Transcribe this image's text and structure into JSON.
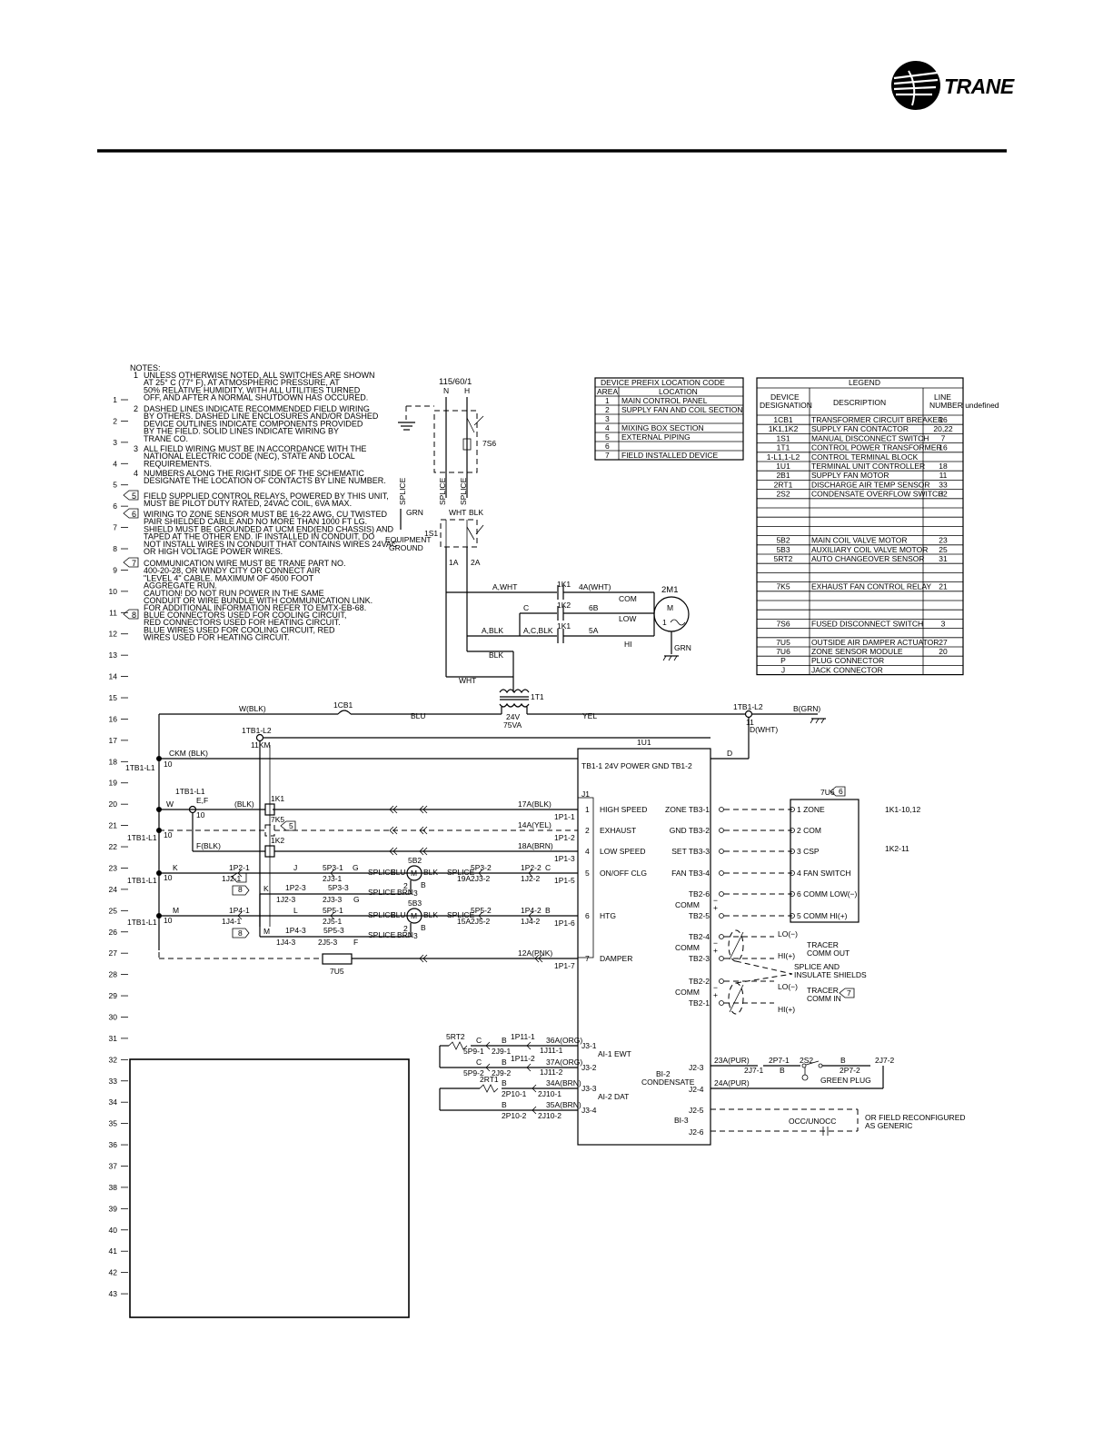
{
  "brand": {
    "name": "TRANE",
    "color": "#000000"
  },
  "notes": {
    "heading": "NOTES:",
    "items": [
      {
        "num": "1",
        "lines": [
          "UNLESS OTHERWISE NOTED, ALL SWITCHES ARE SHOWN",
          "AT 25° C (77° F), AT ATMOSPHERIC PRESSURE, AT",
          "50% RELATIVE HUMIDITY, WITH ALL UTILITIES TURNED",
          "OFF, AND AFTER A NORMAL SHUTDOWN HAS OCCURED."
        ]
      },
      {
        "num": "2",
        "lines": [
          "DASHED LINES INDICATE RECOMMENDED FIELD WIRING",
          "BY OTHERS. DASHED LINE ENCLOSURES AND/OR DASHED",
          "DEVICE OUTLINES INDICATE COMPONENTS PROVIDED",
          "BY THE FIELD. SOLID LINES INDICATE WIRING BY",
          "TRANE CO."
        ]
      },
      {
        "num": "3",
        "lines": [
          "ALL FIELD WIRING MUST BE IN ACCORDANCE WITH THE",
          "NATIONAL ELECTRIC CODE (NEC), STATE AND LOCAL",
          "REQUIREMENTS."
        ]
      },
      {
        "num": "4",
        "lines": [
          "NUMBERS ALONG THE RIGHT SIDE OF THE SCHEMATIC",
          "DESIGNATE THE LOCATION OF CONTACTS BY LINE NUMBER."
        ]
      },
      {
        "num": "5",
        "lines": [
          "FIELD SUPPLIED CONTROL RELAYS, POWERED BY THIS UNIT,",
          "MUST BE PILOT DUTY RATED, 24VAC COIL, 6VA MAX."
        ]
      },
      {
        "num": "6",
        "lines": [
          "WIRING TO ZONE SENSOR MUST BE 16-22 AWG, CU TWISTED",
          "PAIR SHIELDED CABLE AND NO MORE THAN 1000 FT LG.",
          "SHIELD MUST BE GROUNDED AT UCM END(END CHASSIS) AND",
          "TAPED AT THE OTHER END.  IF INSTALLED IN CONDUIT, DO",
          "NOT INSTALL WIRES IN CONDUIT THAT CONTAINS WIRES 24VAC",
          "OR HIGH VOLTAGE POWER WIRES."
        ]
      },
      {
        "num": "7",
        "lines": [
          "COMMUNICATION WIRE MUST BE TRANE PART NO.",
          "400-20-28, OR WINDY CITY OR CONNECT AIR",
          "\"LEVEL 4\" CABLE.  MAXIMUM OF 4500 FOOT",
          "AGGREGATE RUN.",
          "CAUTION!  DO NOT RUN POWER IN THE SAME",
          "CONDUIT OR WIRE BUNDLE WITH COMMUNICATION LINK.",
          "FOR ADDITIONAL INFORMATION REFER TO EMTX-EB-68."
        ]
      },
      {
        "num": "8",
        "lines": [
          "BLUE CONNECTORS USED FOR COOLING CIRCUIT,",
          "RED CONNECTORS USED FOR HEATING CIRCUIT.",
          "BLUE WIRES USED FOR COOLING CIRCUIT, RED",
          "WIRES USED FOR HEATING CIRCUIT."
        ]
      }
    ]
  },
  "line_numbers": [
    "1",
    "2",
    "3",
    "4",
    "5",
    "6",
    "7",
    "8",
    "9",
    "10",
    "11",
    "12",
    "13",
    "14",
    "15",
    "16",
    "17",
    "18",
    "19",
    "20",
    "21",
    "22",
    "23",
    "24",
    "25",
    "26",
    "27",
    "28",
    "29",
    "30",
    "31",
    "32",
    "33",
    "34",
    "35",
    "36",
    "37",
    "38",
    "39",
    "40",
    "41",
    "42",
    "43"
  ],
  "prefix_table": {
    "title": "DEVICE  PREFIX  LOCATION  CODE",
    "headers": [
      "AREA",
      "LOCATION"
    ],
    "rows": [
      [
        "1",
        "MAIN  CONTROL  PANEL"
      ],
      [
        "2",
        "SUPPLY  FAN  AND  COIL  SECTION"
      ],
      [
        "3",
        ""
      ],
      [
        "4",
        "MIXING  BOX  SECTION"
      ],
      [
        "5",
        "EXTERNAL  PIPING"
      ],
      [
        "6",
        ""
      ],
      [
        "7",
        "FIELD  INSTALLED  DEVICE"
      ]
    ]
  },
  "legend": {
    "title": "LEGEND",
    "headers": [
      "DEVICE DESIGNATION",
      "DESCRIPTION",
      "LINE NUMBER"
    ],
    "rows": [
      [
        "1CB1",
        "TRANSFORMER  CIRCUIT  BREAKER",
        "16"
      ],
      [
        "1K1,1K2",
        "SUPPLY  FAN  CONTACTOR",
        "20,22"
      ],
      [
        "1S1",
        "MANUAL  DISCONNECT  SWITCH",
        "7"
      ],
      [
        "1T1",
        "CONTROL  POWER  TRANSFORMER",
        "16"
      ],
      [
        "1-L1,1-L2",
        "CONTROL  TERMINAL  BLOCK",
        ""
      ],
      [
        "1U1",
        "TERMINAL  UNIT  CONTROLLER",
        "18"
      ],
      [
        "2B1",
        "SUPPLY  FAN  MOTOR",
        "11"
      ],
      [
        "2RT1",
        "DISCHARGE  AIR  TEMP  SENSOR",
        "33"
      ],
      [
        "2S2",
        "CONDENSATE  OVERFLOW  SWITCH",
        "32"
      ],
      [
        "",
        "",
        ""
      ],
      [
        "",
        "",
        ""
      ],
      [
        "",
        "",
        ""
      ],
      [
        "",
        "",
        ""
      ],
      [
        "5B2",
        "MAIN  COIL  VALVE  MOTOR",
        "23"
      ],
      [
        "5B3",
        "AUXILIARY  COIL  VALVE  MOTOR",
        "25"
      ],
      [
        "5RT2",
        "AUTO  CHANGEOVER  SENSOR",
        "31"
      ],
      [
        "",
        "",
        ""
      ],
      [
        "",
        "",
        ""
      ],
      [
        "7K5",
        "EXHAUST  FAN  CONTROL  RELAY",
        "21"
      ],
      [
        "",
        "",
        ""
      ],
      [
        "",
        "",
        ""
      ],
      [
        "",
        "",
        ""
      ],
      [
        "7S6",
        "FUSED  DISCONNECT  SWITCH",
        "3"
      ],
      [
        "",
        "",
        ""
      ],
      [
        "7U5",
        "OUTSIDE  AIR  DAMPER  ACTUATOR",
        "27"
      ],
      [
        "7U6",
        "ZONE  SENSOR  MODULE",
        "20"
      ],
      [
        "P",
        "PLUG  CONNECTOR",
        ""
      ],
      [
        "J",
        "JACK  CONNECTOR",
        ""
      ]
    ]
  },
  "power": {
    "supply": "115/60/1",
    "n": "N",
    "h": "H",
    "disconnect": "7S6",
    "switch": "1S1",
    "ground_label": [
      "EQUIPMENT",
      "GROUND"
    ],
    "splice": "SPLICE",
    "grn": "GRN",
    "wht": "WHT",
    "blk": "BLK",
    "w1a": "1A",
    "w2a": "2A",
    "awht": "A,WHT",
    "abl": "A,BLK",
    "acblk": "A,C,BLK",
    "c": "C",
    "k1": "1K1",
    "k2": "1K2",
    "w4a": "4A(WHT)",
    "w6b": "6B",
    "w5a": "5A",
    "com": "COM",
    "low": "LOW",
    "hi": "HI",
    "motor": "2M1",
    "motor_m": "M",
    "motor_1": "1",
    "transformer": "1T1",
    "tv": "24V",
    "tva": "75VA",
    "cb": "1CB1",
    "wblk": "W(BLK)",
    "blu": "BLU",
    "yel": "YEL",
    "tbl2": "1TB1-L2",
    "bgrn": "B(GRN)",
    "n11": "11",
    "dwht": "D(WHT)",
    "tbl2b": "1TB1-L2",
    "km": "11KM",
    "d": "D",
    "ckm": "CKM (BLK)",
    "tbl1": "1TB1-L1",
    "n10": "10"
  },
  "controller": {
    "name": "1U1",
    "power_row": "TB1-1  24V  POWER   GND  TB1-2",
    "j1": "J1",
    "outputs": [
      {
        "pin": "1",
        "label": "HIGH  SPEED",
        "wire": "17A(BLK)",
        "plug": "1P1-1"
      },
      {
        "pin": "2",
        "label": "EXHAUST",
        "wire": "14A(YEL)",
        "plug": "1P1-2"
      },
      {
        "pin": "4",
        "label": "LOW  SPEED",
        "wire": "18A(BRN)",
        "plug": "1P1-3"
      },
      {
        "pin": "5",
        "label": "ON/OFF  CLG",
        "wire": "19A",
        "plug": "1P1-5"
      },
      {
        "pin": "6",
        "label": "HTG",
        "wire": "15A",
        "plug": "1P1-6"
      },
      {
        "pin": "7",
        "label": "DAMPER",
        "wire": "12A(PNK)",
        "plug": "1P1-7"
      }
    ],
    "tb3": [
      "ZONE  TB3-1",
      "GND  TB3-2",
      "SET  TB3-3",
      "FAN  TB3-4"
    ],
    "tb2a": [
      "TB2-6",
      "TB2-5"
    ],
    "tb2b": [
      "TB2-4",
      "TB2-3"
    ],
    "tb2c": [
      "TB2-2",
      "TB2-1"
    ],
    "comm": "COMM",
    "minus": "−",
    "plus": "+",
    "inputs": [
      {
        "pin": "J3-1",
        "label": "AI-1  EWT"
      },
      {
        "pin": "J3-2",
        "label": ""
      },
      {
        "pin": "J3-3",
        "label": "AI-2  DAT"
      },
      {
        "pin": "J3-4",
        "label": ""
      }
    ],
    "bi2": [
      "BI-2",
      "CONDENSATE"
    ],
    "j23": "J2-3",
    "j24": "J2-4",
    "bi3": "BI-3",
    "j25": "J2-5",
    "j26": "J2-6"
  },
  "zone_sensor": {
    "name": "7U6",
    "terms": [
      "1  ZONE",
      "2  COM",
      "3  CSP",
      "4  FAN  SWITCH",
      "6  COMM  LOW(−)",
      "5  COMM  HI(+)"
    ],
    "note1": "1K1-10,12",
    "note2": "1K2-11"
  },
  "comm": {
    "lo": "LO(−)",
    "hi": "HI(+)",
    "tracer_out": [
      "TRACER",
      "COMM  OUT"
    ],
    "tracer_in": [
      "TRACER",
      "COMM  IN"
    ],
    "splice": [
      "SPLICE  AND",
      "INSULATE  SHIELDS"
    ]
  },
  "ladder": {
    "w": "W",
    "blk": "(BLK)",
    "tbl1": "1TB1-L1",
    "ef": "E,F",
    "n10": "10",
    "k1": "1K1",
    "k5": "7K5",
    "k2": "1K2",
    "fblk": "F(BLK)",
    "k": "K",
    "p21": "1P2-1",
    "j21": "1J2-1",
    "j": "J",
    "p31": "5P3-1",
    "j31": "2J3-1",
    "g": "G",
    "splice": "SPLICE",
    "blu": "BLU",
    "blk2": "BLK",
    "b": "B",
    "v5b2": "5B2",
    "p32": "5P3-2",
    "j32": "2J3-2",
    "p122": "1P2-2",
    "j22": "1J2-2",
    "c": "C",
    "p23": "1P2-3",
    "j23": "1J2-3",
    "p33": "5P3-3",
    "j33": "2J3-3",
    "brn": "BRN",
    "m": "M",
    "p41": "1P4-1",
    "j41": "1J4-1",
    "l": "L",
    "p51": "5P5-1",
    "j51": "2J5-1",
    "v5b3": "5B3",
    "p52": "5P5-2",
    "j52": "2J5-2",
    "p42": "1P4-2",
    "j42": "1J4-2",
    "p43": "1P4-3",
    "j43": "1J4-3",
    "p53": "5P5-3",
    "j53": "2J5-3",
    "f": "F",
    "damper": "7U5",
    "n2": "2",
    "n3": "3"
  },
  "sensors": {
    "rt2": "5RT2",
    "rt1": "2RT1",
    "c": "C",
    "b": "B",
    "p91": "5P9-1",
    "j91": "2J9-1",
    "p92": "5P9-2",
    "j92": "2J9-2",
    "p111": "1P11-1",
    "j111": "1J11-1",
    "p112": "1P11-2",
    "j112": "1J11-2",
    "w36": "36A(ORG)",
    "w37": "37A(ORG)",
    "p101": "2P10-1",
    "j101": "2J10-1",
    "p102": "2P10-2",
    "j102": "2J10-2",
    "w34": "34A(BRN)",
    "w35": "35A(BRN)"
  },
  "condensate": {
    "w23": "23A(PUR)",
    "w24": "24A(PUR)",
    "p71": "2P7-1",
    "j71": "2J7-1",
    "s2": "2S2",
    "b": "B",
    "p72": "2P7-2",
    "j72": "2J7-2",
    "plug": "GREEN  PLUG",
    "occ": "OCC/UNOCC",
    "generic": [
      "OR  FIELD  RECONFIGURED",
      "AS  GENERIC"
    ]
  }
}
